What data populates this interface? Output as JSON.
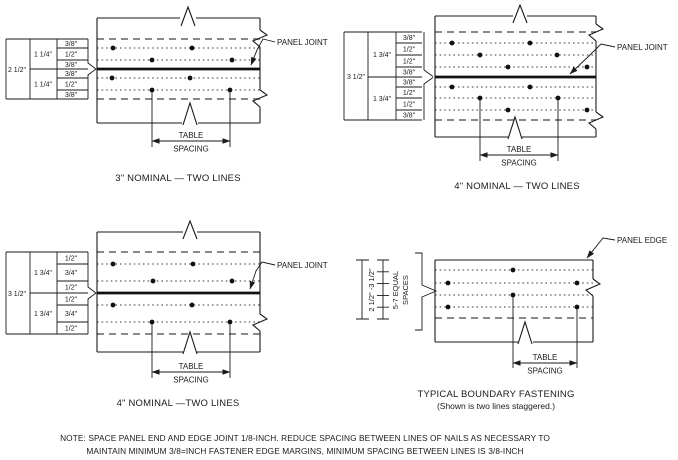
{
  "diagrams": {
    "three_nominal": {
      "caption": "3\" NOMINAL — TWO LINES",
      "overall_width": "2 1/2\"",
      "half_widths": [
        "1 1/4\"",
        "1 1/4\""
      ],
      "line_spacings": [
        "3/8\"",
        "1/2\"",
        "3/8\"",
        "3/8\"",
        "1/2\"",
        "3/8\""
      ],
      "joint_label": "PANEL JOINT",
      "spacing_line1": "TABLE",
      "spacing_line2": "SPACING"
    },
    "four_nominal_top": {
      "caption": "4\" NOMINAL — TWO LINES",
      "overall_width": "3 1/2\"",
      "half_widths": [
        "1 3/4\"",
        "1 3/4\""
      ],
      "line_spacings": [
        "3/8\"",
        "1/2\"",
        "1/2\"",
        "3/8\"",
        "3/8\"",
        "1/2\"",
        "1/2\"",
        "3/8\""
      ],
      "joint_label": "PANEL JOINT",
      "spacing_line1": "TABLE",
      "spacing_line2": "SPACING"
    },
    "four_nominal_bottom": {
      "caption": "4\" NOMINAL —TWO LINES",
      "overall_width": "3 1/2\"",
      "half_widths": [
        "1 3/4\"",
        "1 3/4\""
      ],
      "line_spacings": [
        "1/2\"",
        "3/4\"",
        "1/2\"",
        "1/2\"",
        "3/4\"",
        "1/2\""
      ],
      "joint_label": "PANEL JOINT",
      "spacing_line1": "TABLE",
      "spacing_line2": "SPACING"
    },
    "boundary": {
      "caption_line1": "TYPICAL BOUNDARY FASTENING",
      "caption_line2": "(Shown is two lines staggered.)",
      "member_range": "2 1/2\" -3 1/2\"",
      "equal_spaces_line1": "5-7 EQUAL",
      "equal_spaces_line2": "SPACES",
      "edge_label": "PANEL EDGE",
      "spacing_line1": "TABLE",
      "spacing_line2": "SPACING"
    }
  },
  "note": {
    "line1": "NOTE: SPACE PANEL END AND EDGE JOINT 1/8-INCH. REDUCE SPACING BETWEEN LINES OF NAILS AS NECESSARY TO",
    "line2": "MAINTAIN MINIMUM 3/8=INCH FASTENER EDGE MARGINS, MINIMUM SPACING BETWEEN LINES IS 3/8-INCH"
  },
  "colors": {
    "line": "#1a1a1a",
    "hidden_edge": "#7a7a7a",
    "background": "#ffffff"
  }
}
